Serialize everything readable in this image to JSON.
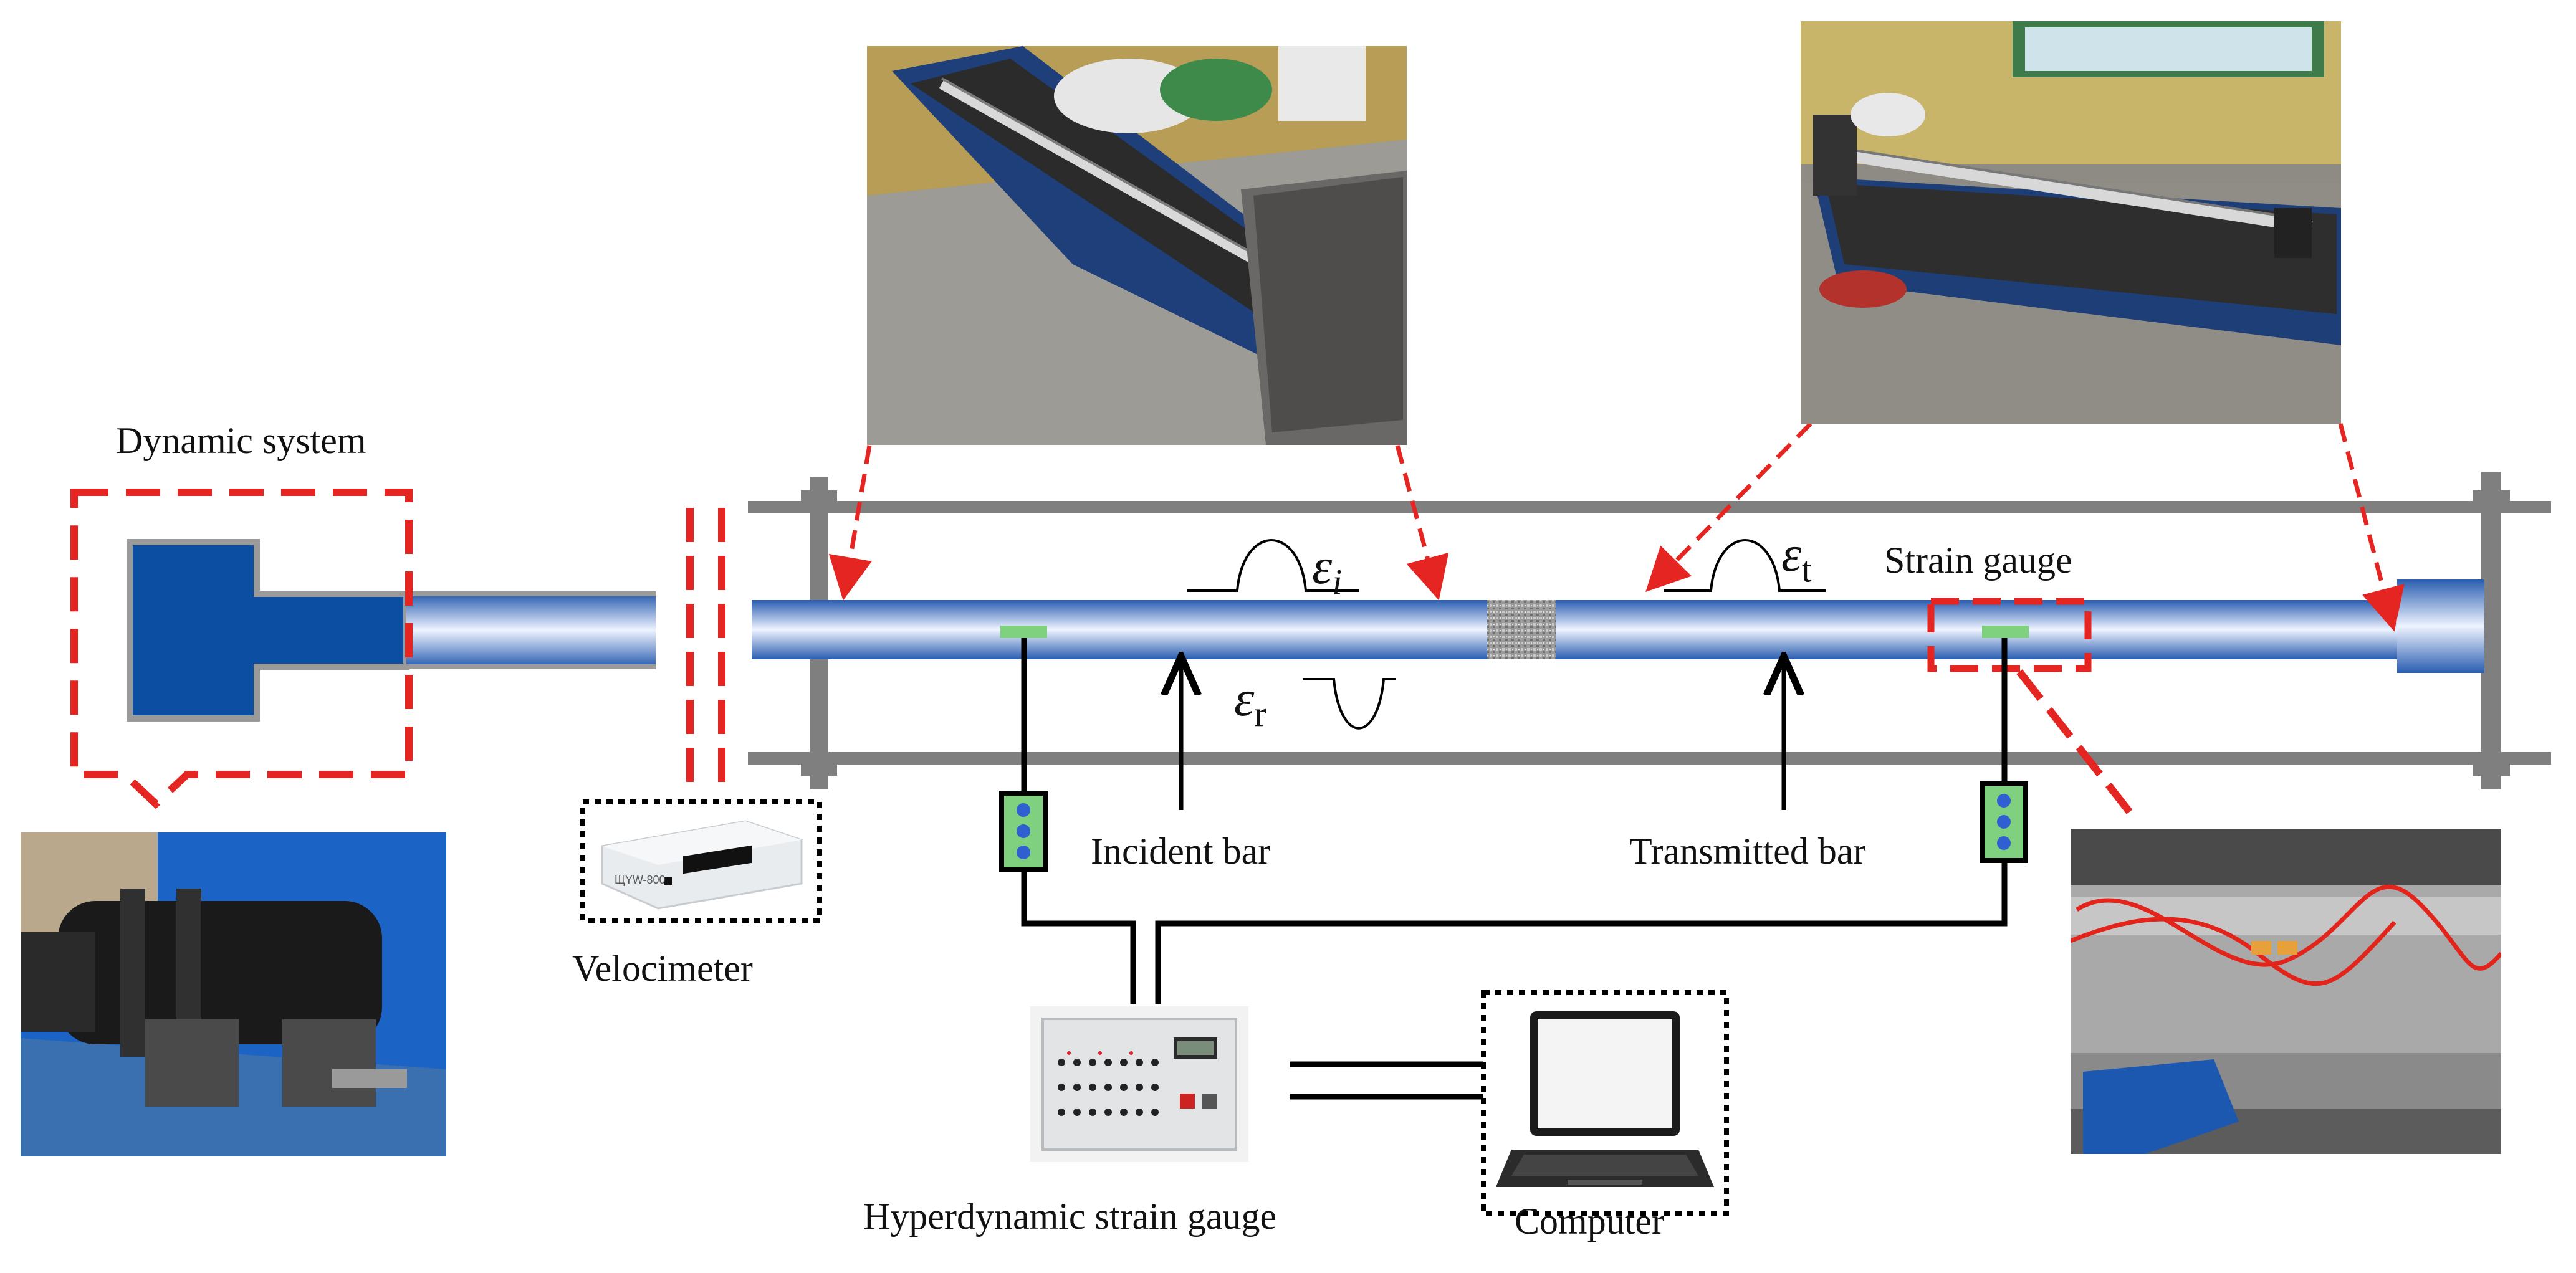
{
  "labels": {
    "dynamic_system": "Dynamic system",
    "velocimeter": "Velocimeter",
    "incident_bar": "Incident bar",
    "transmitted_bar": "Transmitted bar",
    "strain_gauge": "Strain gauge",
    "hyperdynamic_strain_gauge": "Hyperdynamic strain gauge",
    "computer": "Computer"
  },
  "signals": {
    "incident_symbol": "ε",
    "incident_sub": "i",
    "reflected_symbol": "ε",
    "reflected_sub": "r",
    "transmitted_symbol": "ε",
    "transmitted_sub": "t"
  },
  "device_text": {
    "velocimeter_display": "ЩYW-800"
  },
  "colors": {
    "dashed_red": "#e52521",
    "striker_blue": "#0b4ea2",
    "bar_dark": "#2a5db0",
    "bar_light": "#eef3ff",
    "frame_gray": "#7f7f7f",
    "gauge_green": "#7fd07f"
  }
}
